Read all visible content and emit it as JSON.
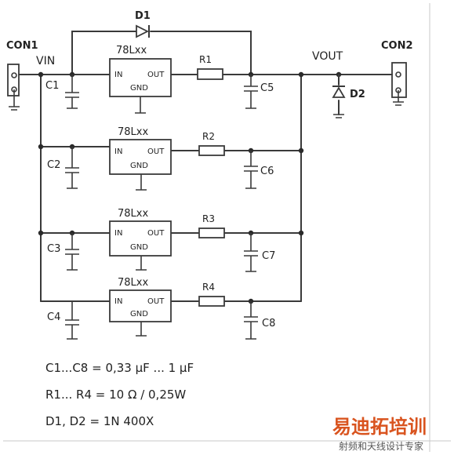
{
  "connectors": {
    "left_label": "CON1",
    "right_label": "CON2"
  },
  "rails": {
    "vin_label": "VIN",
    "vout_label": "VOUT"
  },
  "diodes": {
    "d1_label": "D1",
    "d2_label": "D2"
  },
  "regulators": [
    {
      "part": "78Lxx",
      "in_label": "IN",
      "out_label": "OUT",
      "gnd_label": "GND"
    },
    {
      "part": "78Lxx",
      "in_label": "IN",
      "out_label": "OUT",
      "gnd_label": "GND"
    },
    {
      "part": "78Lxx",
      "in_label": "IN",
      "out_label": "OUT",
      "gnd_label": "GND"
    },
    {
      "part": "78Lxx",
      "in_label": "IN",
      "out_label": "OUT",
      "gnd_label": "GND"
    }
  ],
  "resistors": [
    "R1",
    "R2",
    "R3",
    "R4"
  ],
  "input_caps": [
    "C1",
    "C2",
    "C3",
    "C4"
  ],
  "output_caps": [
    "C5",
    "C6",
    "C7",
    "C8"
  ],
  "notes": {
    "caps": "C1...C8 = 0,33 µF ... 1 µF",
    "resistors": "R1... R4 = 10 Ω / 0,25W",
    "diodes": "D1, D2 = 1N 400X"
  },
  "watermark": {
    "title": "易迪拓培训",
    "subtitle": "射频和天线设计专家"
  },
  "colors": {
    "ink": "#222222",
    "wire": "#3a3a3a",
    "watermark": "#d9541f"
  }
}
